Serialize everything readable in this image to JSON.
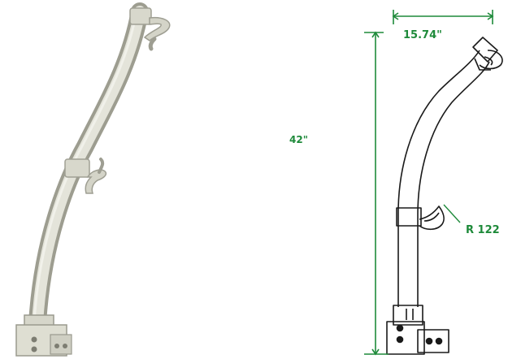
{
  "dimensions": {
    "width_label": "15.74\"",
    "height_label": "42\"",
    "radius_label": "R 122"
  },
  "colors": {
    "dimension": "#1e8a3a",
    "outline": "#1a1a1a",
    "tube": "#dcdcd0",
    "tube_shade": "#a9a99c",
    "background": "#ffffff"
  }
}
